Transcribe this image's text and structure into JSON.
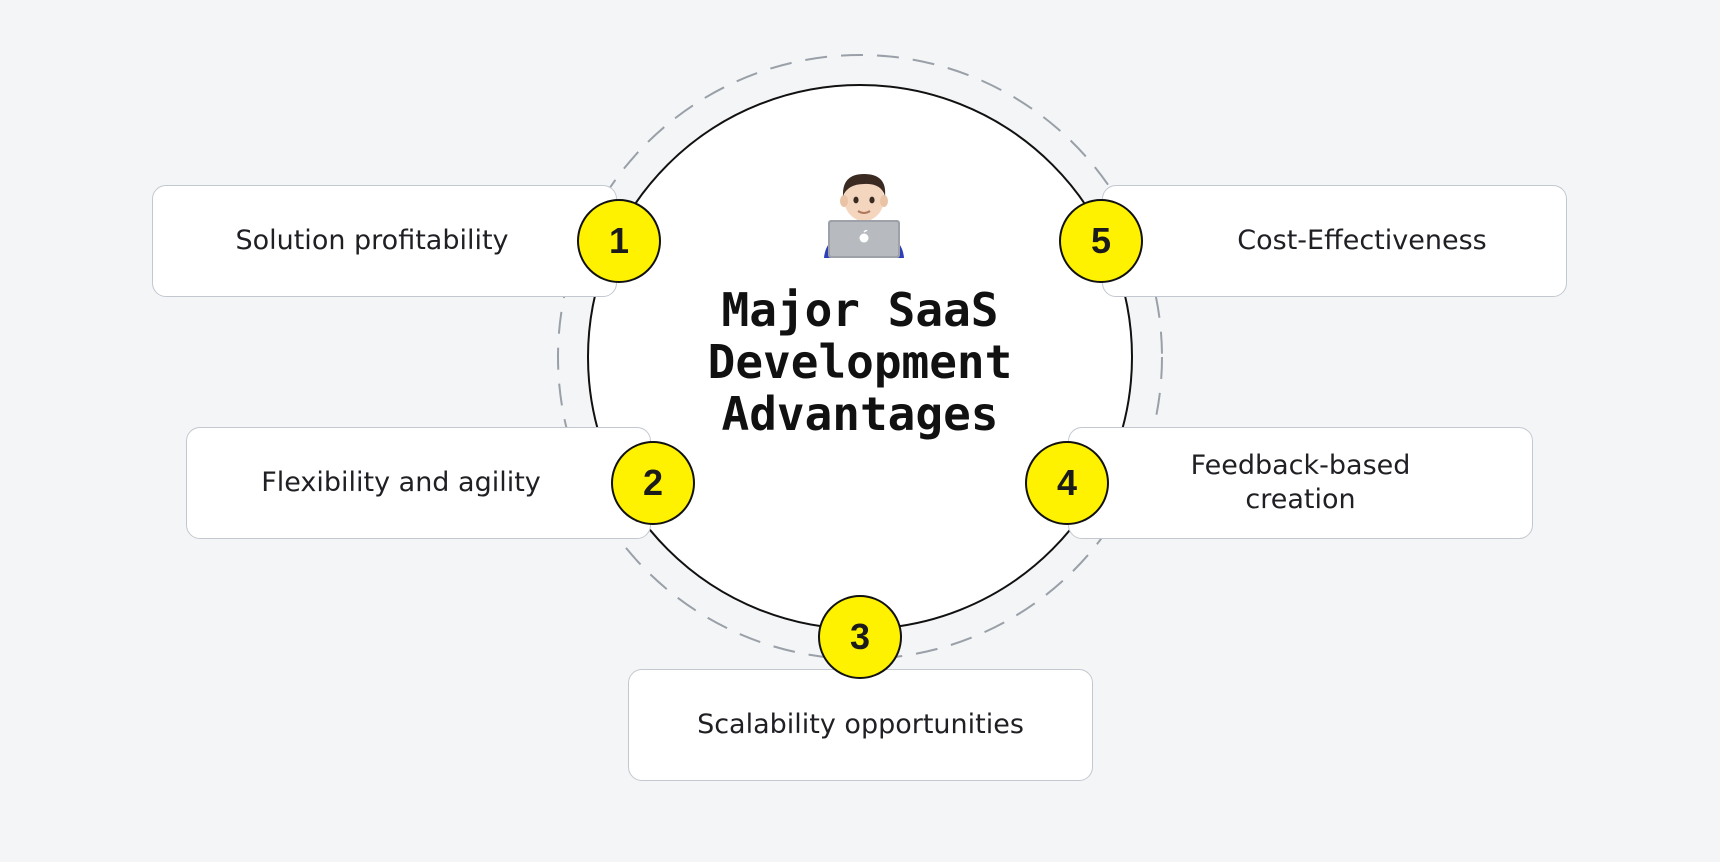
{
  "diagram": {
    "title": "Major SaaS\nDevelopment\nAdvantages",
    "icon": "man-technologist-icon",
    "colors": {
      "background": "#f4f5f7",
      "badge": "#fff200",
      "circle_fill": "#ffffff",
      "dashed_ring": "#9aa0a8",
      "card_border": "#c3c8d0"
    },
    "items": [
      {
        "number": "1",
        "label": "Solution profitability"
      },
      {
        "number": "2",
        "label": "Flexibility and agility"
      },
      {
        "number": "3",
        "label": "Scalability opportunities"
      },
      {
        "number": "4",
        "label_line1": "Feedback-based",
        "label_line2": "creation"
      },
      {
        "number": "5",
        "label": "Cost-Effectiveness"
      }
    ]
  }
}
